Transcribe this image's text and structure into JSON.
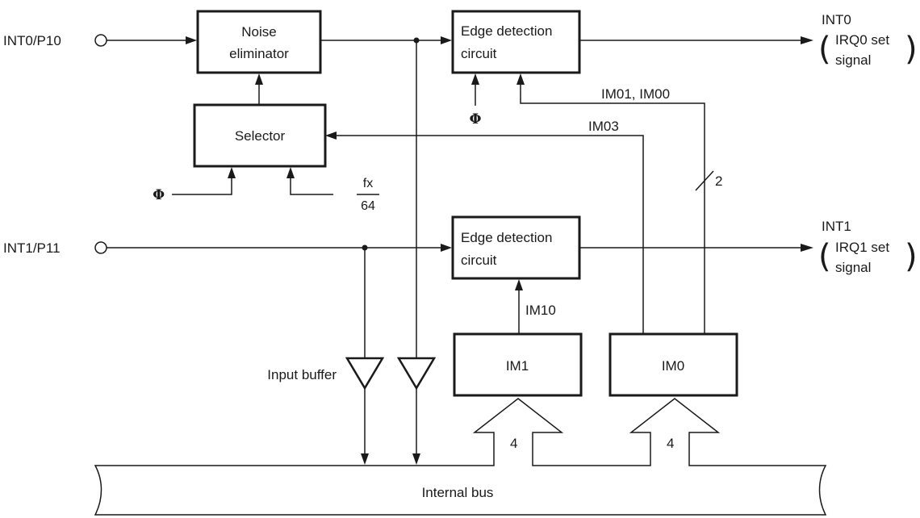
{
  "pins": {
    "int0": "INT0/P10",
    "int1": "INT1/P11"
  },
  "blocks": {
    "noise": [
      "Noise",
      "eliminator"
    ],
    "selector": "Selector",
    "edge0": [
      "Edge detection",
      "circuit"
    ],
    "edge1": [
      "Edge detection",
      "circuit"
    ],
    "im1": "IM1",
    "im0": "IM0",
    "bus": "Internal bus"
  },
  "signals": {
    "phi": "Φ",
    "fx": "fx",
    "fx_den": "64",
    "im01_im00": "IM01, IM00",
    "im03": "IM03",
    "im10": "IM10",
    "width2": "2",
    "bus4a": "4",
    "bus4b": "4",
    "input_buffer": "Input buffer"
  },
  "outputs": {
    "int0": {
      "name": "INT0",
      "line1": "IRQ0 set",
      "line2": "signal"
    },
    "int1": {
      "name": "INT1",
      "line1": "IRQ1 set",
      "line2": "signal"
    }
  }
}
